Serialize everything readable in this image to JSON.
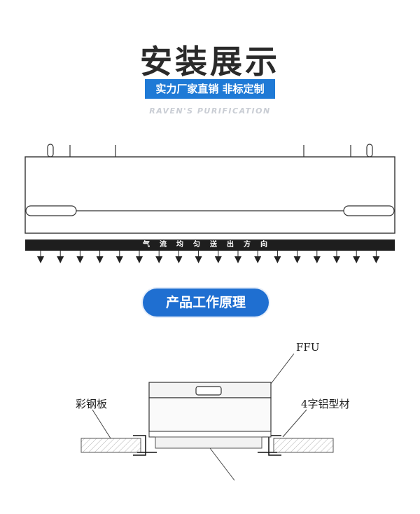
{
  "header": {
    "title": "安装展示",
    "badge": "实力厂家直销 非标定制",
    "subtitle": "RAVEN'S PURIFICATION"
  },
  "install_diagram": {
    "airflow_label": "气流均匀送出方向"
  },
  "principle": {
    "pill_label": "产品工作原理",
    "labels": {
      "ffu": "FFU",
      "steel_panel": "彩钢板",
      "aluminum": "4字铝型材"
    }
  },
  "colors": {
    "accent_blue": "#1f7ad6",
    "pill_blue": "#1f6fd1",
    "line": "#333333",
    "bar_dark": "#1e1e1e",
    "hatch": "#b7b7b7"
  }
}
